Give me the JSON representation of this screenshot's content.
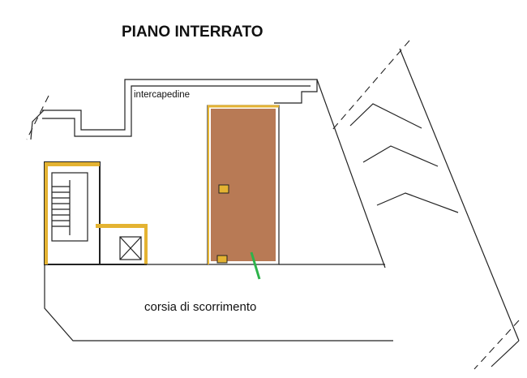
{
  "title": "PIANO INTERRATO",
  "labels": {
    "gap": "intercapedine",
    "lane": "corsia di scorrimento"
  },
  "colors": {
    "garage_fill": "#b87a55",
    "yellow_edge": "#e4b332",
    "access_marker": "#2db34a"
  }
}
